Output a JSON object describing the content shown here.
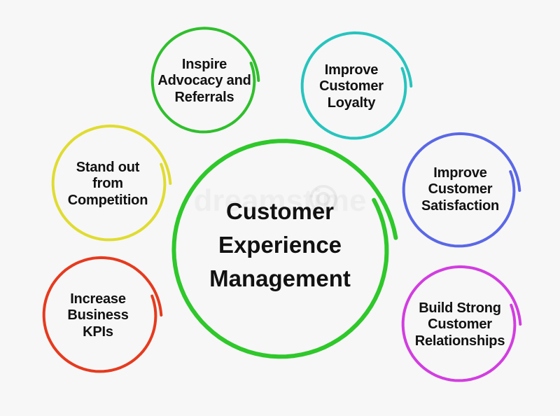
{
  "center": {
    "text": "Customer\nExperience\nManagement",
    "color": "#2ec82a"
  },
  "items": [
    {
      "id": "inspire-advocacy",
      "text": "Inspire\nAdvocacy and\nReferrals",
      "color": "#2fbf2c"
    },
    {
      "id": "improve-loyalty",
      "text": "Improve\nCustomer\nLoyalty",
      "color": "#27c4be"
    },
    {
      "id": "stand-out",
      "text": "Stand out\nfrom\nCompetition",
      "color": "#e0dc30"
    },
    {
      "id": "improve-satisfaction",
      "text": "Improve\nCustomer\nSatisfaction",
      "color": "#5a68e6"
    },
    {
      "id": "increase-kpis",
      "text": "Increase\nBusiness\nKPIs",
      "color": "#e63a1e"
    },
    {
      "id": "build-relationships",
      "text": "Build Strong\nCustomer\nRelationships",
      "color": "#d23de0"
    }
  ],
  "watermark": {
    "text": "dreamstime"
  }
}
